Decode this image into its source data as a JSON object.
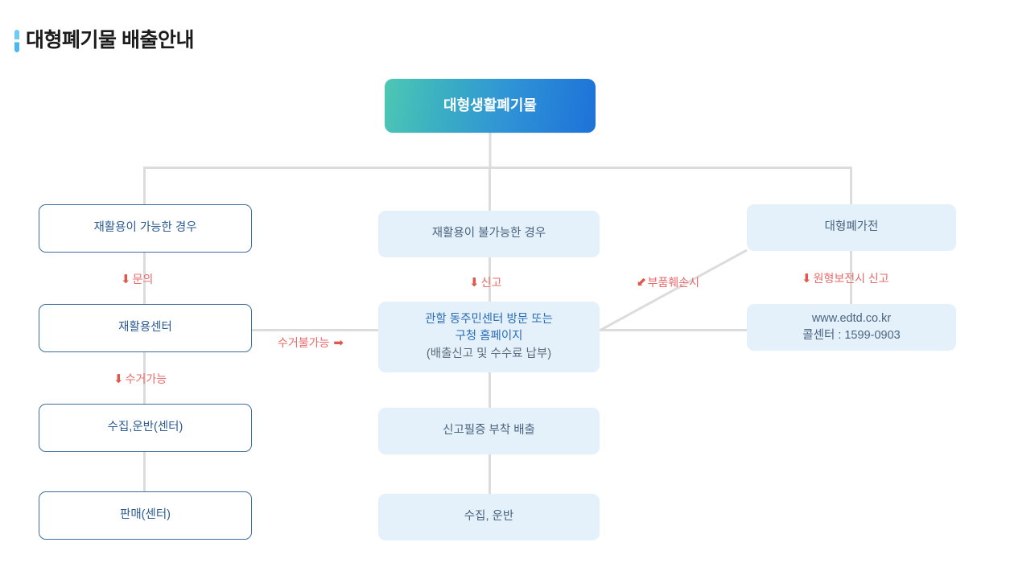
{
  "page": {
    "title": "대형폐기물 배출안내",
    "title_marker_icon": "vertical-blue-bar-icon"
  },
  "colors": {
    "root_gradient_start": "#4ec7b4",
    "root_gradient_end": "#1d72d8",
    "outline_border": "#3c6e9f",
    "outline_text": "#2c5c93",
    "fill_background": "#e4f1fb",
    "fill_text": "#4a6480",
    "accent_text": "#2b6cb8",
    "arrow_label": "#ea6a6a",
    "connector_line": "#dcdcdc",
    "title_text": "#1b1b1b"
  },
  "diagram": {
    "root": {
      "label": "대형생활폐기물"
    },
    "branches": [
      {
        "id": "recyclable",
        "column": "left",
        "nodes": [
          {
            "id": "left-1",
            "label": "재활용이 가능한 경우",
            "style": "outline"
          },
          {
            "id": "left-2",
            "label": "재활용센터",
            "style": "outline"
          },
          {
            "id": "left-3",
            "label": "수집,운반(센터)",
            "style": "outline"
          },
          {
            "id": "left-4",
            "label": "판매(센터)",
            "style": "outline"
          }
        ]
      },
      {
        "id": "non-recyclable",
        "column": "center",
        "nodes": [
          {
            "id": "center-1",
            "label": "재활용이 불가능한 경우",
            "style": "fill"
          },
          {
            "id": "center-2",
            "line1": "관할 동주민센터 방문 또는",
            "line2": "구청 홈페이지",
            "line3": "(배출신고 및 수수료 납부)",
            "style": "fill"
          },
          {
            "id": "center-3",
            "label": "신고필증 부착 배출",
            "style": "fill"
          },
          {
            "id": "center-4",
            "label": "수집, 운반",
            "style": "fill"
          }
        ]
      },
      {
        "id": "large-appliance",
        "column": "right",
        "nodes": [
          {
            "id": "right-1",
            "label": "대형폐가전",
            "style": "fill"
          },
          {
            "id": "right-2",
            "line1": "www.edtd.co.kr",
            "line2": "콜센터 : 1599-0903",
            "style": "fill"
          }
        ]
      }
    ],
    "edge_labels": [
      {
        "id": "edge-left-1",
        "text": "문의",
        "icon": "arrow-down-icon",
        "direction": "down"
      },
      {
        "id": "edge-left-2",
        "text": "수거가능",
        "icon": "arrow-down-icon",
        "direction": "down"
      },
      {
        "id": "edge-center-1",
        "text": "신고",
        "icon": "arrow-down-icon",
        "direction": "down"
      },
      {
        "id": "edge-center-left",
        "text": "수거불가능",
        "icon": "arrow-right-icon",
        "direction": "right"
      },
      {
        "id": "edge-diagonal",
        "text": "부품훼손시",
        "icon": "arrow-down-left-icon",
        "direction": "down-left"
      },
      {
        "id": "edge-right-1",
        "text": "원형보전시 신고",
        "icon": "arrow-down-icon",
        "direction": "down"
      }
    ]
  }
}
